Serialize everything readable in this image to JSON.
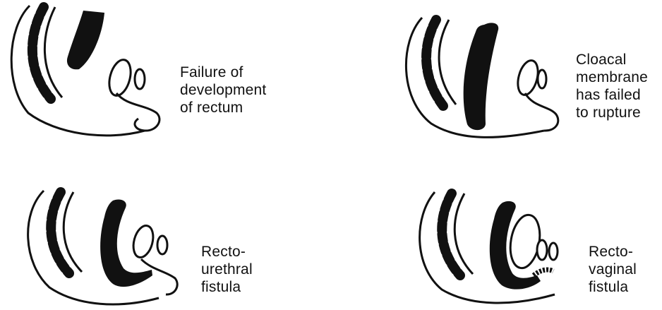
{
  "panels": [
    {
      "id": "rectal-agenesis",
      "caption": "Failure of\ndevelopment\nof rectum"
    },
    {
      "id": "cloacal-membrane",
      "caption": "Cloacal\nmembrane\nhas failed\nto rupture"
    },
    {
      "id": "recto-urethral",
      "caption": "Recto-\nurethral\nfistula"
    },
    {
      "id": "recto-vaginal",
      "caption": "Recto-\nvaginal\nfistula"
    }
  ],
  "colors": {
    "ink": "#111111",
    "paper": "#ffffff"
  }
}
